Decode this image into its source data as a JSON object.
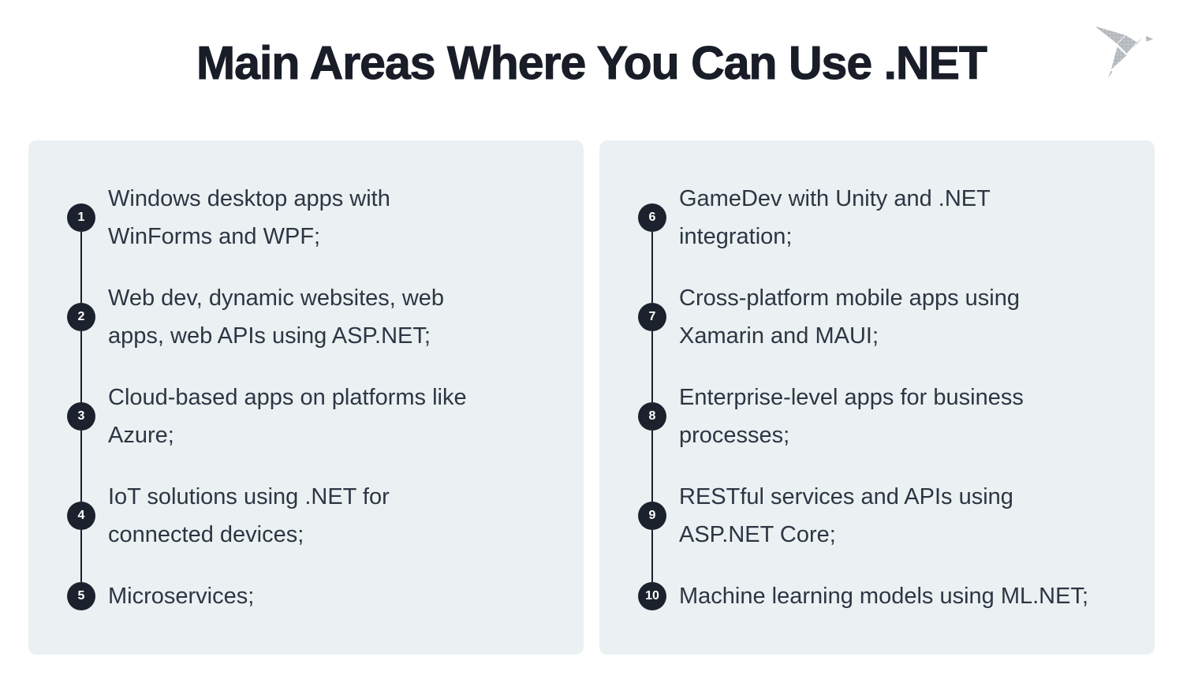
{
  "header": {
    "title": "Main Areas Where You Can Use .NET"
  },
  "logo": {
    "name": "origami-bird",
    "color": "#b5babf"
  },
  "colors": {
    "page_background": "#ffffff",
    "panel_background": "#ebf1f2",
    "badge_background": "#1b222e",
    "badge_text": "#ffffff",
    "timeline_line": "#1b222e",
    "title_text": "#181d27",
    "body_text": "#2c3643"
  },
  "panels": [
    {
      "name": "left",
      "items": [
        {
          "number": "1",
          "text": "Windows desktop apps with\nWinForms and WPF;"
        },
        {
          "number": "2",
          "text": "Web dev, dynamic websites, web\napps, web APIs using ASP.NET;"
        },
        {
          "number": "3",
          "text": "Cloud-based apps on platforms like\nAzure;"
        },
        {
          "number": "4",
          "text": "IoT solutions using .NET for\nconnected devices;"
        },
        {
          "number": "5",
          "text": "Microservices;"
        }
      ]
    },
    {
      "name": "right",
      "items": [
        {
          "number": "6",
          "text": "GameDev with Unity and .NET\nintegration;"
        },
        {
          "number": "7",
          "text": "Cross-platform mobile apps using\nXamarin and MAUI;"
        },
        {
          "number": "8",
          "text": "Enterprise-level apps for business\nprocesses;"
        },
        {
          "number": "9",
          "text": "RESTful services and APIs using\nASP.NET Core;"
        },
        {
          "number": "10",
          "text": "Machine learning models using ML.NET;"
        }
      ]
    }
  ]
}
